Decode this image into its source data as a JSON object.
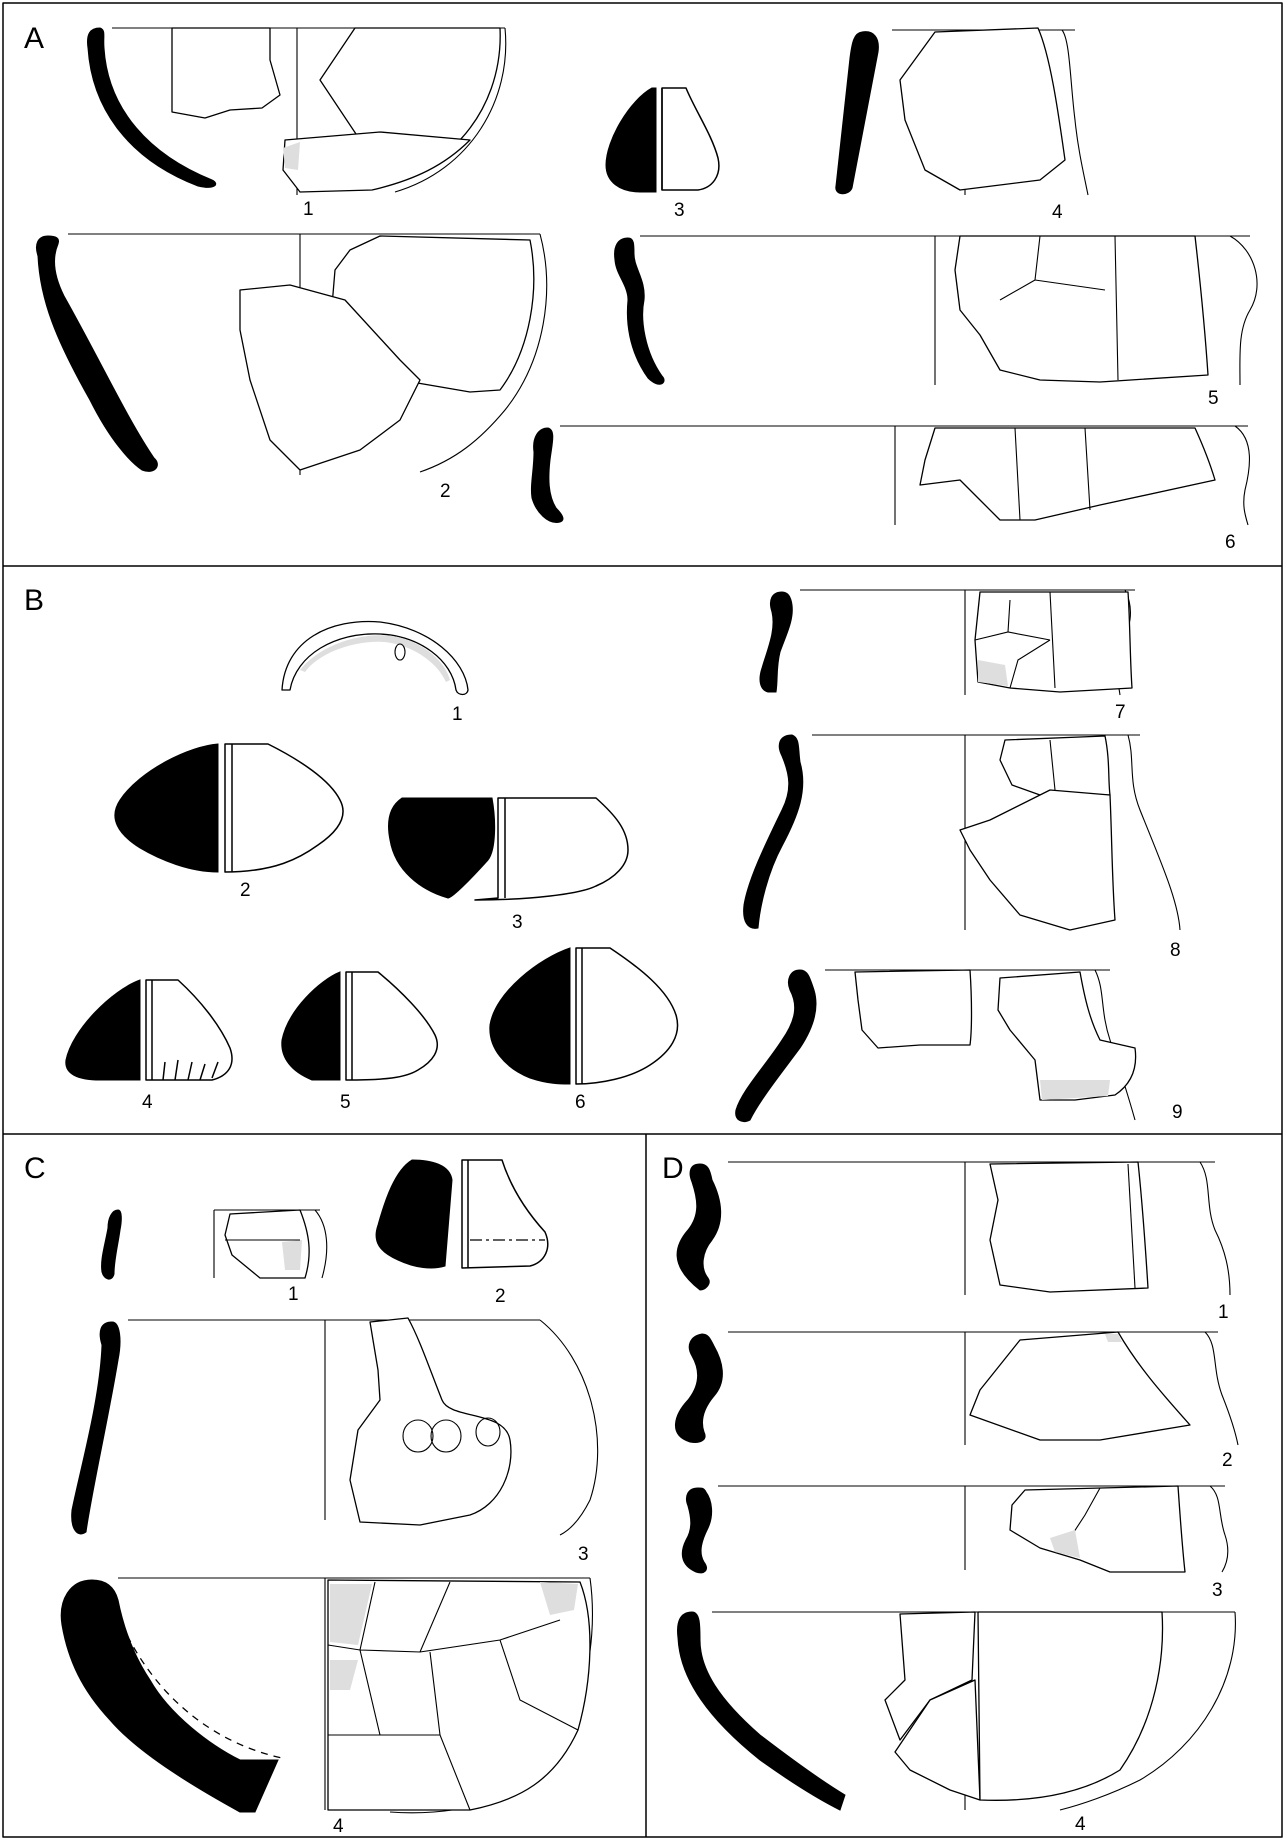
{
  "panels": {
    "A": {
      "label": "A",
      "numbers": [
        "1",
        "2",
        "3",
        "4",
        "5",
        "6"
      ]
    },
    "B": {
      "label": "B",
      "numbers": [
        "1",
        "2",
        "3",
        "4",
        "5",
        "6",
        "7",
        "8",
        "9"
      ]
    },
    "C": {
      "label": "C",
      "numbers": [
        "1",
        "2",
        "3",
        "4"
      ]
    },
    "D": {
      "label": "D",
      "numbers": [
        "1",
        "2",
        "3",
        "4"
      ]
    }
  },
  "colors": {
    "ink": "#000000",
    "paper": "#ffffff",
    "stipple": "#dedede"
  }
}
